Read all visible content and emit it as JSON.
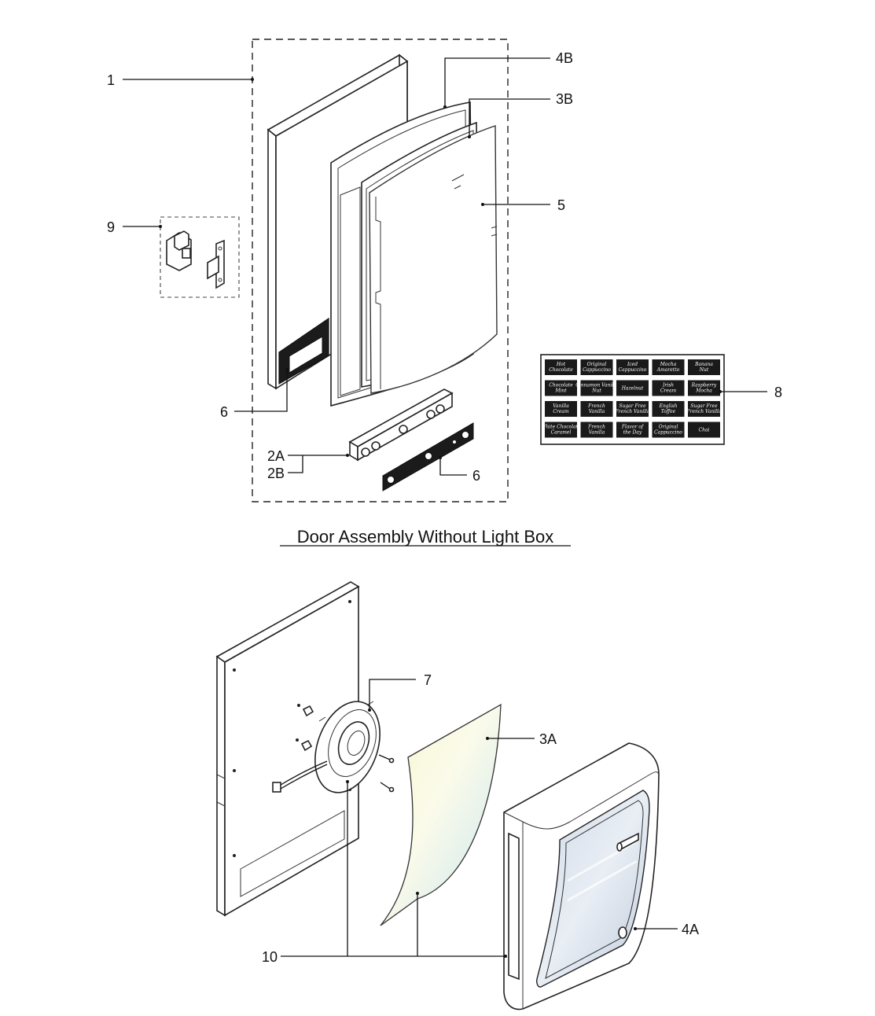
{
  "title": "Door Assembly Without Light Box",
  "callouts": {
    "c1": "1",
    "c4b": "4B",
    "c3b": "3B",
    "c5": "5",
    "c9": "9",
    "c8": "8",
    "c6a": "6",
    "c2a": "2A",
    "c2b": "2B",
    "c6b": "6",
    "c7": "7",
    "c3a": "3A",
    "c4a": "4A",
    "c10": "10"
  },
  "label_sheet": [
    [
      "Hot Chocolate",
      "Original Cappuccino",
      "Iced Cappuccino",
      "Mocha Amaretto",
      "Banana Nut"
    ],
    [
      "Chocolate Mint",
      "Cinnamon Vanilla Nut",
      "Hazelnut",
      "Irish Cream",
      "Raspberry Mocha"
    ],
    [
      "Vanilla Cream",
      "French Vanilla",
      "Sugar Free French Vanilla",
      "English Toffee",
      "Sugar Free French Vanilla"
    ],
    [
      "White Chocolate Caramel",
      "French Vanilla",
      "Flavor of the Day",
      "Original Cappuccino",
      "Chai"
    ]
  ],
  "colors": {
    "ink": "#111111",
    "label_bg": "#1a1a1a",
    "diffuser_tint": "#f3f2cf"
  }
}
